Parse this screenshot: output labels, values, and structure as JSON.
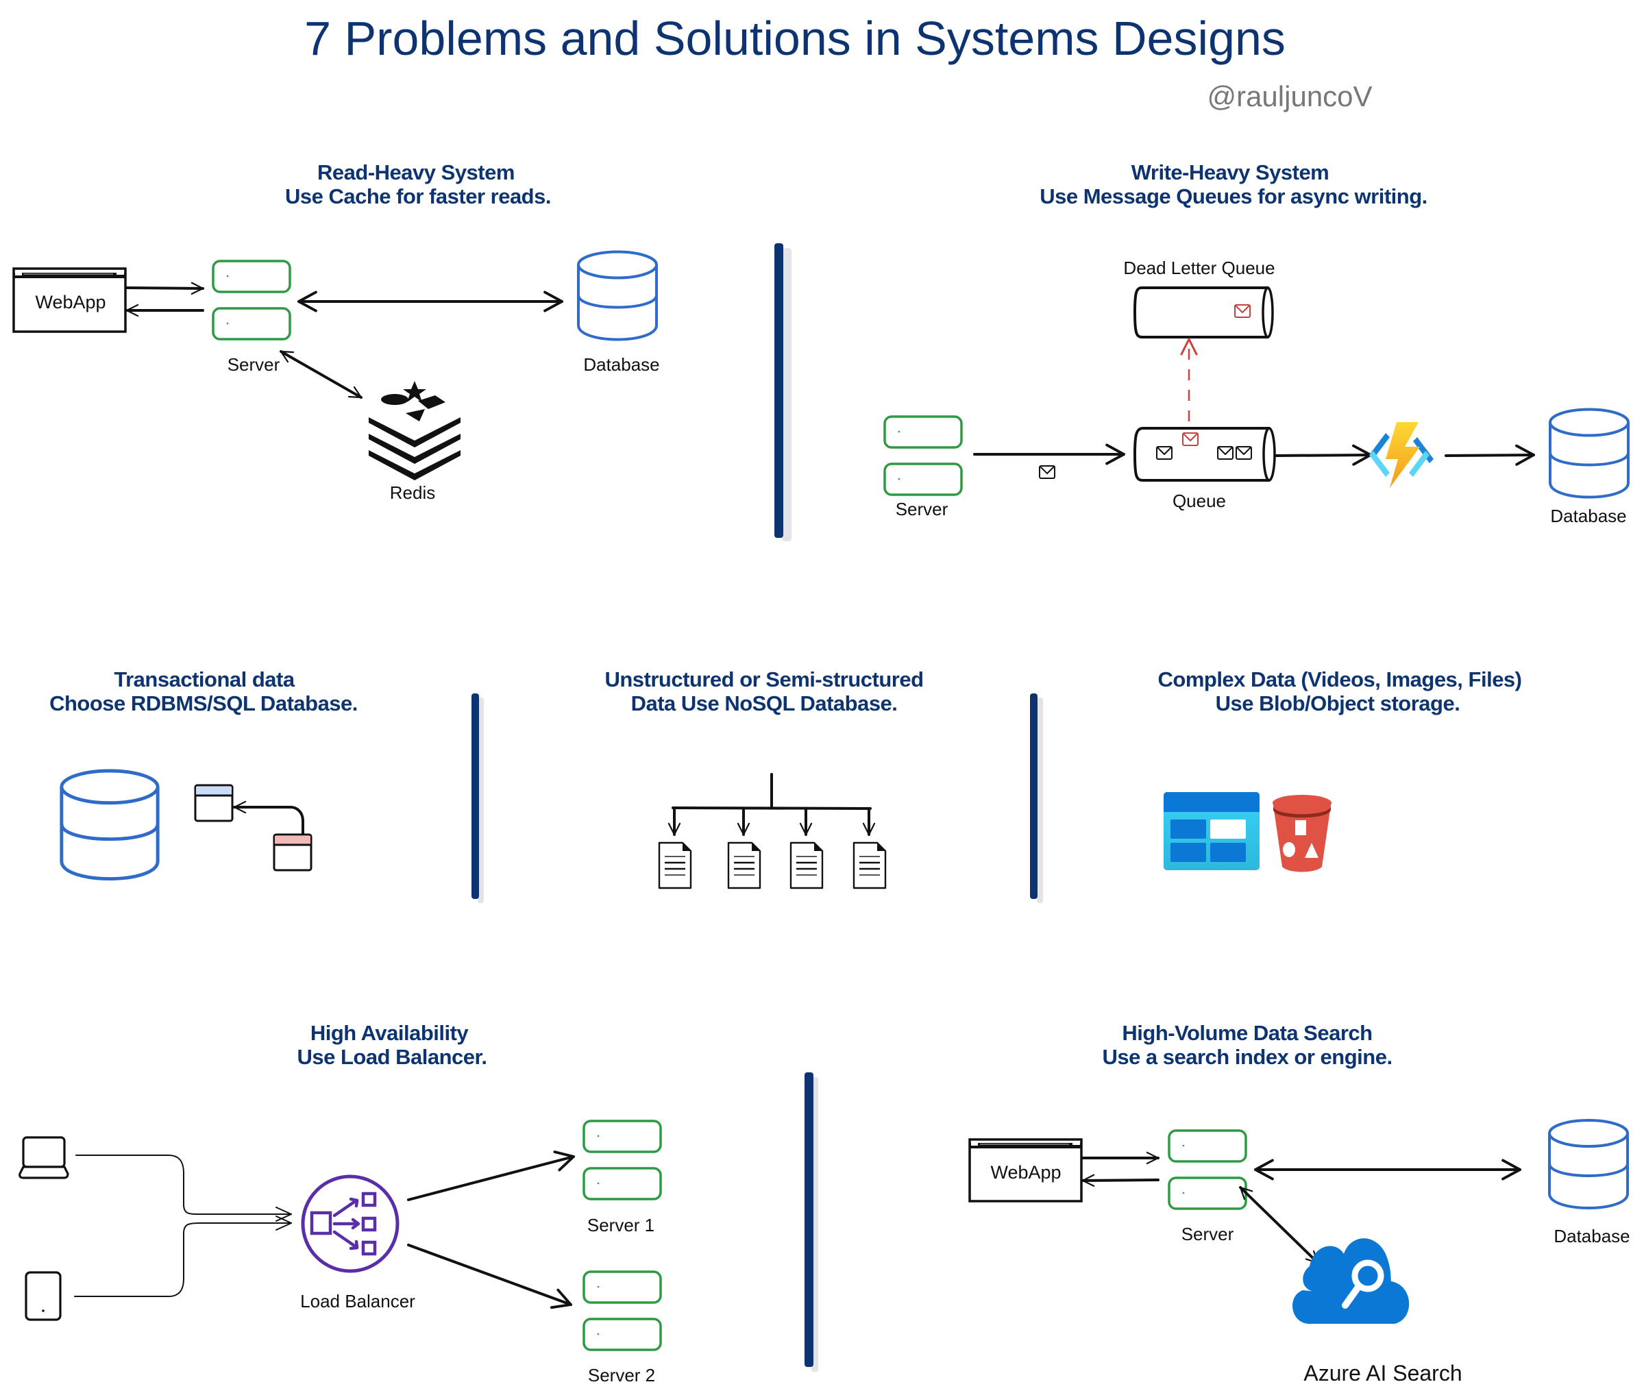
{
  "title": "7 Problems and Solutions in Systems Designs",
  "author_handle": "@rauljuncoV",
  "colors": {
    "heading": "#0d3470",
    "server": "#2f9a44",
    "database": "#2f6cc9",
    "dead_letter": "#c94040",
    "load_balancer": "#5a2ea6",
    "azure_blue": "#0a78d4",
    "s3_red": "#e05243"
  },
  "panels": {
    "read_heavy": {
      "heading_line1": "Read-Heavy System",
      "heading_line2": "Use Cache for faster reads.",
      "webapp": "WebApp",
      "server": "Server",
      "database": "Database",
      "cache": "Redis",
      "icons": [
        "browser-window-icon",
        "server-icon",
        "database-icon",
        "redis-icon"
      ]
    },
    "write_heavy": {
      "heading_line1": "Write-Heavy System",
      "heading_line2": "Use Message Queues for async writing.",
      "dead_letter_queue": "Dead Letter Queue",
      "server": "Server",
      "queue": "Queue",
      "database": "Database",
      "icons": [
        "server-icon",
        "envelope-icon",
        "queue-icon",
        "azure-function-icon",
        "database-icon"
      ]
    },
    "transactional": {
      "heading_line1": "Transactional data",
      "heading_line2": "Choose RDBMS/SQL Database.",
      "icons": [
        "database-icon",
        "table-icon",
        "relation-arrow-icon"
      ]
    },
    "unstructured": {
      "heading_line1": "Unstructured or Semi-structured",
      "heading_line2": "Data Use NoSQL Database.",
      "documents": 4,
      "icons": [
        "tree-branch-icon",
        "document-icon"
      ]
    },
    "complex_data": {
      "heading_line1": "Complex Data (Videos, Images, Files)",
      "heading_line2": "Use Blob/Object storage.",
      "icons": [
        "azure-blob-storage-icon",
        "s3-bucket-icon"
      ]
    },
    "high_availability": {
      "heading_line1": "High Availability",
      "heading_line2": "Use Load Balancer.",
      "load_balancer": "Load Balancer",
      "server1": "Server 1",
      "server2": "Server 2",
      "icons": [
        "laptop-icon",
        "phone-icon",
        "load-balancer-icon",
        "server-icon"
      ]
    },
    "search": {
      "heading_line1": "High-Volume Data Search",
      "heading_line2": "Use a search index or engine.",
      "webapp": "WebApp",
      "server": "Server",
      "database": "Database",
      "search_engine": "Azure AI Search",
      "icons": [
        "browser-window-icon",
        "server-icon",
        "database-icon",
        "azure-search-icon"
      ]
    }
  }
}
